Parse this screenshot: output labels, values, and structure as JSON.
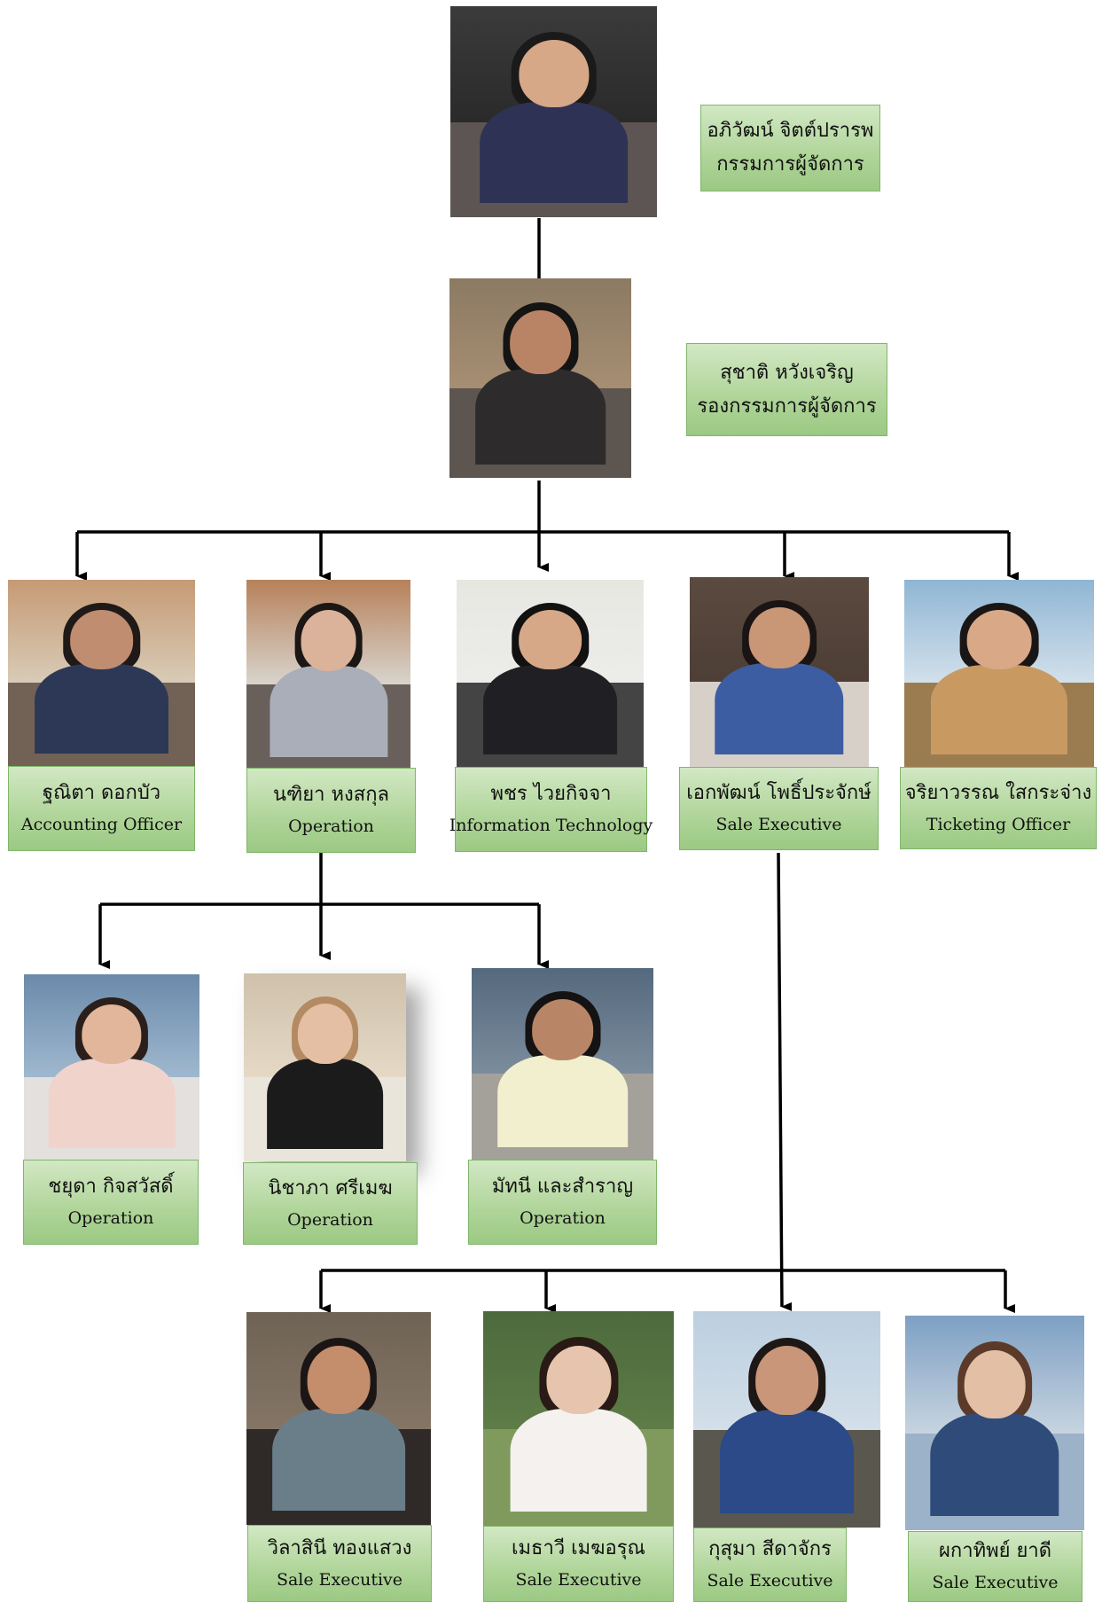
{
  "chart": {
    "people": [
      {
        "id": "md",
        "name": "อภิวัฒน์ จิตต์ปรารพ",
        "role": "กรรมการผู้จัดการ",
        "skin": "#d6a887",
        "top": "#2e3355",
        "hair": "#1b1a1a",
        "bgTop": "#3b3b3b",
        "bgBottom": "#5d5553",
        "wall": "#2a2a2a"
      },
      {
        "id": "dmd",
        "name": "สุชาติ หวังเจริญ",
        "role": "รองกรรมการผู้จัดการ",
        "skin": "#b98465",
        "top": "#2d2b2b",
        "hair": "#151414",
        "bgTop": "#8c7a63",
        "bgBottom": "#5d5550",
        "wall": "#a68e72"
      },
      {
        "id": "p1",
        "name": "ฐณิตา ดอกบัว",
        "role": "Accounting Officer",
        "skin": "#c08d70",
        "top": "#2d3856",
        "hair": "#1f1a17",
        "bgTop": "#c69a74",
        "bgBottom": "#726255",
        "wall": "#d8cbb7"
      },
      {
        "id": "p2",
        "name": "นฑิยา หงสกุล",
        "role": "Operation",
        "skin": "#dbb29a",
        "top": "#a9aeb8",
        "hair": "#1b1715",
        "bgTop": "#b7815a",
        "bgBottom": "#6a605b",
        "wall": "#d8d4cc"
      },
      {
        "id": "p3",
        "name": "พชร ไวยกิจจา",
        "role": "Information Technology",
        "skin": "#d7a887",
        "top": "#202024",
        "hair": "#111111",
        "bgTop": "#e7e7e2",
        "bgBottom": "#444444",
        "wall": "#ececea"
      },
      {
        "id": "p4",
        "name": "เอกพัฒน์ โพธิ์ประจักษ์",
        "role": "Sale Executive",
        "skin": "#c99676",
        "top": "#3c5da1",
        "hair": "#1a1514",
        "bgTop": "#5b4a3f",
        "bgBottom": "#d6d0c9",
        "wall": "#4d3e36"
      },
      {
        "id": "p5",
        "name": "จริยาวรรณ ใสกระจ่าง",
        "role": "Ticketing Officer",
        "skin": "#d8a887",
        "top": "#c89a62",
        "hair": "#1a1615",
        "bgTop": "#8fb6d4",
        "bgBottom": "#9b7c51",
        "wall": "#d2e0eb"
      },
      {
        "id": "p6",
        "name": "ชยุดา กิจสวัสดิ์",
        "role": "Operation",
        "skin": "#e1b69a",
        "top": "#f0d4cc",
        "hair": "#2a1f1b",
        "bgTop": "#6b8aaa",
        "bgBottom": "#e3e0dd",
        "wall": "#9fb8cf"
      },
      {
        "id": "p7",
        "name": "นิชาภา ศรีเมฆ",
        "role": "Operation",
        "skin": "#e4bfa4",
        "top": "#1b1b1b",
        "hair": "#b48a62",
        "bgTop": "#cfc1ab",
        "bgBottom": "#eae5db",
        "wall": "#e5d9c6"
      },
      {
        "id": "p8",
        "name": "มัทนี และสำราญ",
        "role": "Operation",
        "skin": "#b98567",
        "top": "#f1efcd",
        "hair": "#141212",
        "bgTop": "#55697e",
        "bgBottom": "#a4a19b",
        "wall": "#7b8c9c"
      },
      {
        "id": "p9",
        "name": "วิลาสินี ทองแสวง",
        "role": "Sale Executive",
        "skin": "#c48d6c",
        "top": "#6a7e8a",
        "hair": "#1b1615",
        "bgTop": "#6f6355",
        "bgBottom": "#2f2a27",
        "wall": "#847565"
      },
      {
        "id": "p10",
        "name": "เมธาวี เมฆอรุณ",
        "role": "Sale Executive",
        "skin": "#e7c4ad",
        "top": "#f4f1ee",
        "hair": "#2a1a16",
        "bgTop": "#4c6a3c",
        "bgBottom": "#7f9a5c",
        "wall": "#5e7c47"
      },
      {
        "id": "p11",
        "name": "กุสุมา สีดาจักร",
        "role": "Sale Executive",
        "skin": "#c9967a",
        "top": "#2b4a87",
        "hair": "#1d1715",
        "bgTop": "#bccfe0",
        "bgBottom": "#59574e",
        "wall": "#d3dfe9"
      },
      {
        "id": "p12",
        "name": "ผกาทิพย์ ยาดี",
        "role": "Sale Executive",
        "skin": "#e2bfa5",
        "top": "#2f4b7a",
        "hair": "#5b3a2a",
        "bgTop": "#7ea0c4",
        "bgBottom": "#9bb2c9",
        "wall": "#c7d4df"
      }
    ]
  }
}
